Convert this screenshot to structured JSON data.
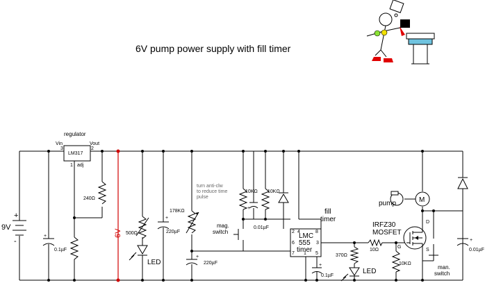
{
  "title": "6V pump power supply with fill timer",
  "labels": {
    "regulator": "regulator",
    "lm317": "LM317",
    "vin": "Vin",
    "vout": "Vout",
    "pin3": "3",
    "pin2": "2",
    "pin1": "1",
    "adj": "adj",
    "battery_voltage": "9V",
    "plus": "+",
    "minus": "-",
    "cap_in": "0.1µF",
    "res_240": "240Ω",
    "rail_6v": "6V",
    "res_500": "500Ω",
    "led1": "LED",
    "cap_220_a": "220µF",
    "trim_note": "turn anti-clw to reduce time pulse",
    "res_178k": "178KΩ",
    "cap_220_b": "220µF",
    "mag_switch": "mag. switch",
    "res_10k_a": "10KΩ",
    "res_10k_b": "10KΩ",
    "cap_001": "0.01µF",
    "fill_timer": "fill timer",
    "ic_lmc": "LMC",
    "ic_555": "555",
    "ic_timer": "timer",
    "ic_pins": [
      "2",
      "4",
      "8",
      "6",
      "3",
      "7",
      "1",
      "5"
    ],
    "cap_01_b": "0.1µF",
    "res_370": "370Ω",
    "led2": "LED",
    "mosfet_name": "IRFZ30",
    "mosfet": "MOSFET",
    "res_10": "10Ω",
    "gate": "G",
    "res_10k_c": "10KΩ",
    "drain": "D",
    "source": "S",
    "pump": "pump",
    "motor": "M",
    "man_switch": "man. switch",
    "cap_001_b": "0.01µF"
  },
  "colors": {
    "wire": "#000000",
    "rail_6v": "#d00000",
    "led_green": "#8ae234",
    "led_yellow": "#f1e000",
    "tank_water": "#6fc3df",
    "shoe_red": "#e00000"
  }
}
